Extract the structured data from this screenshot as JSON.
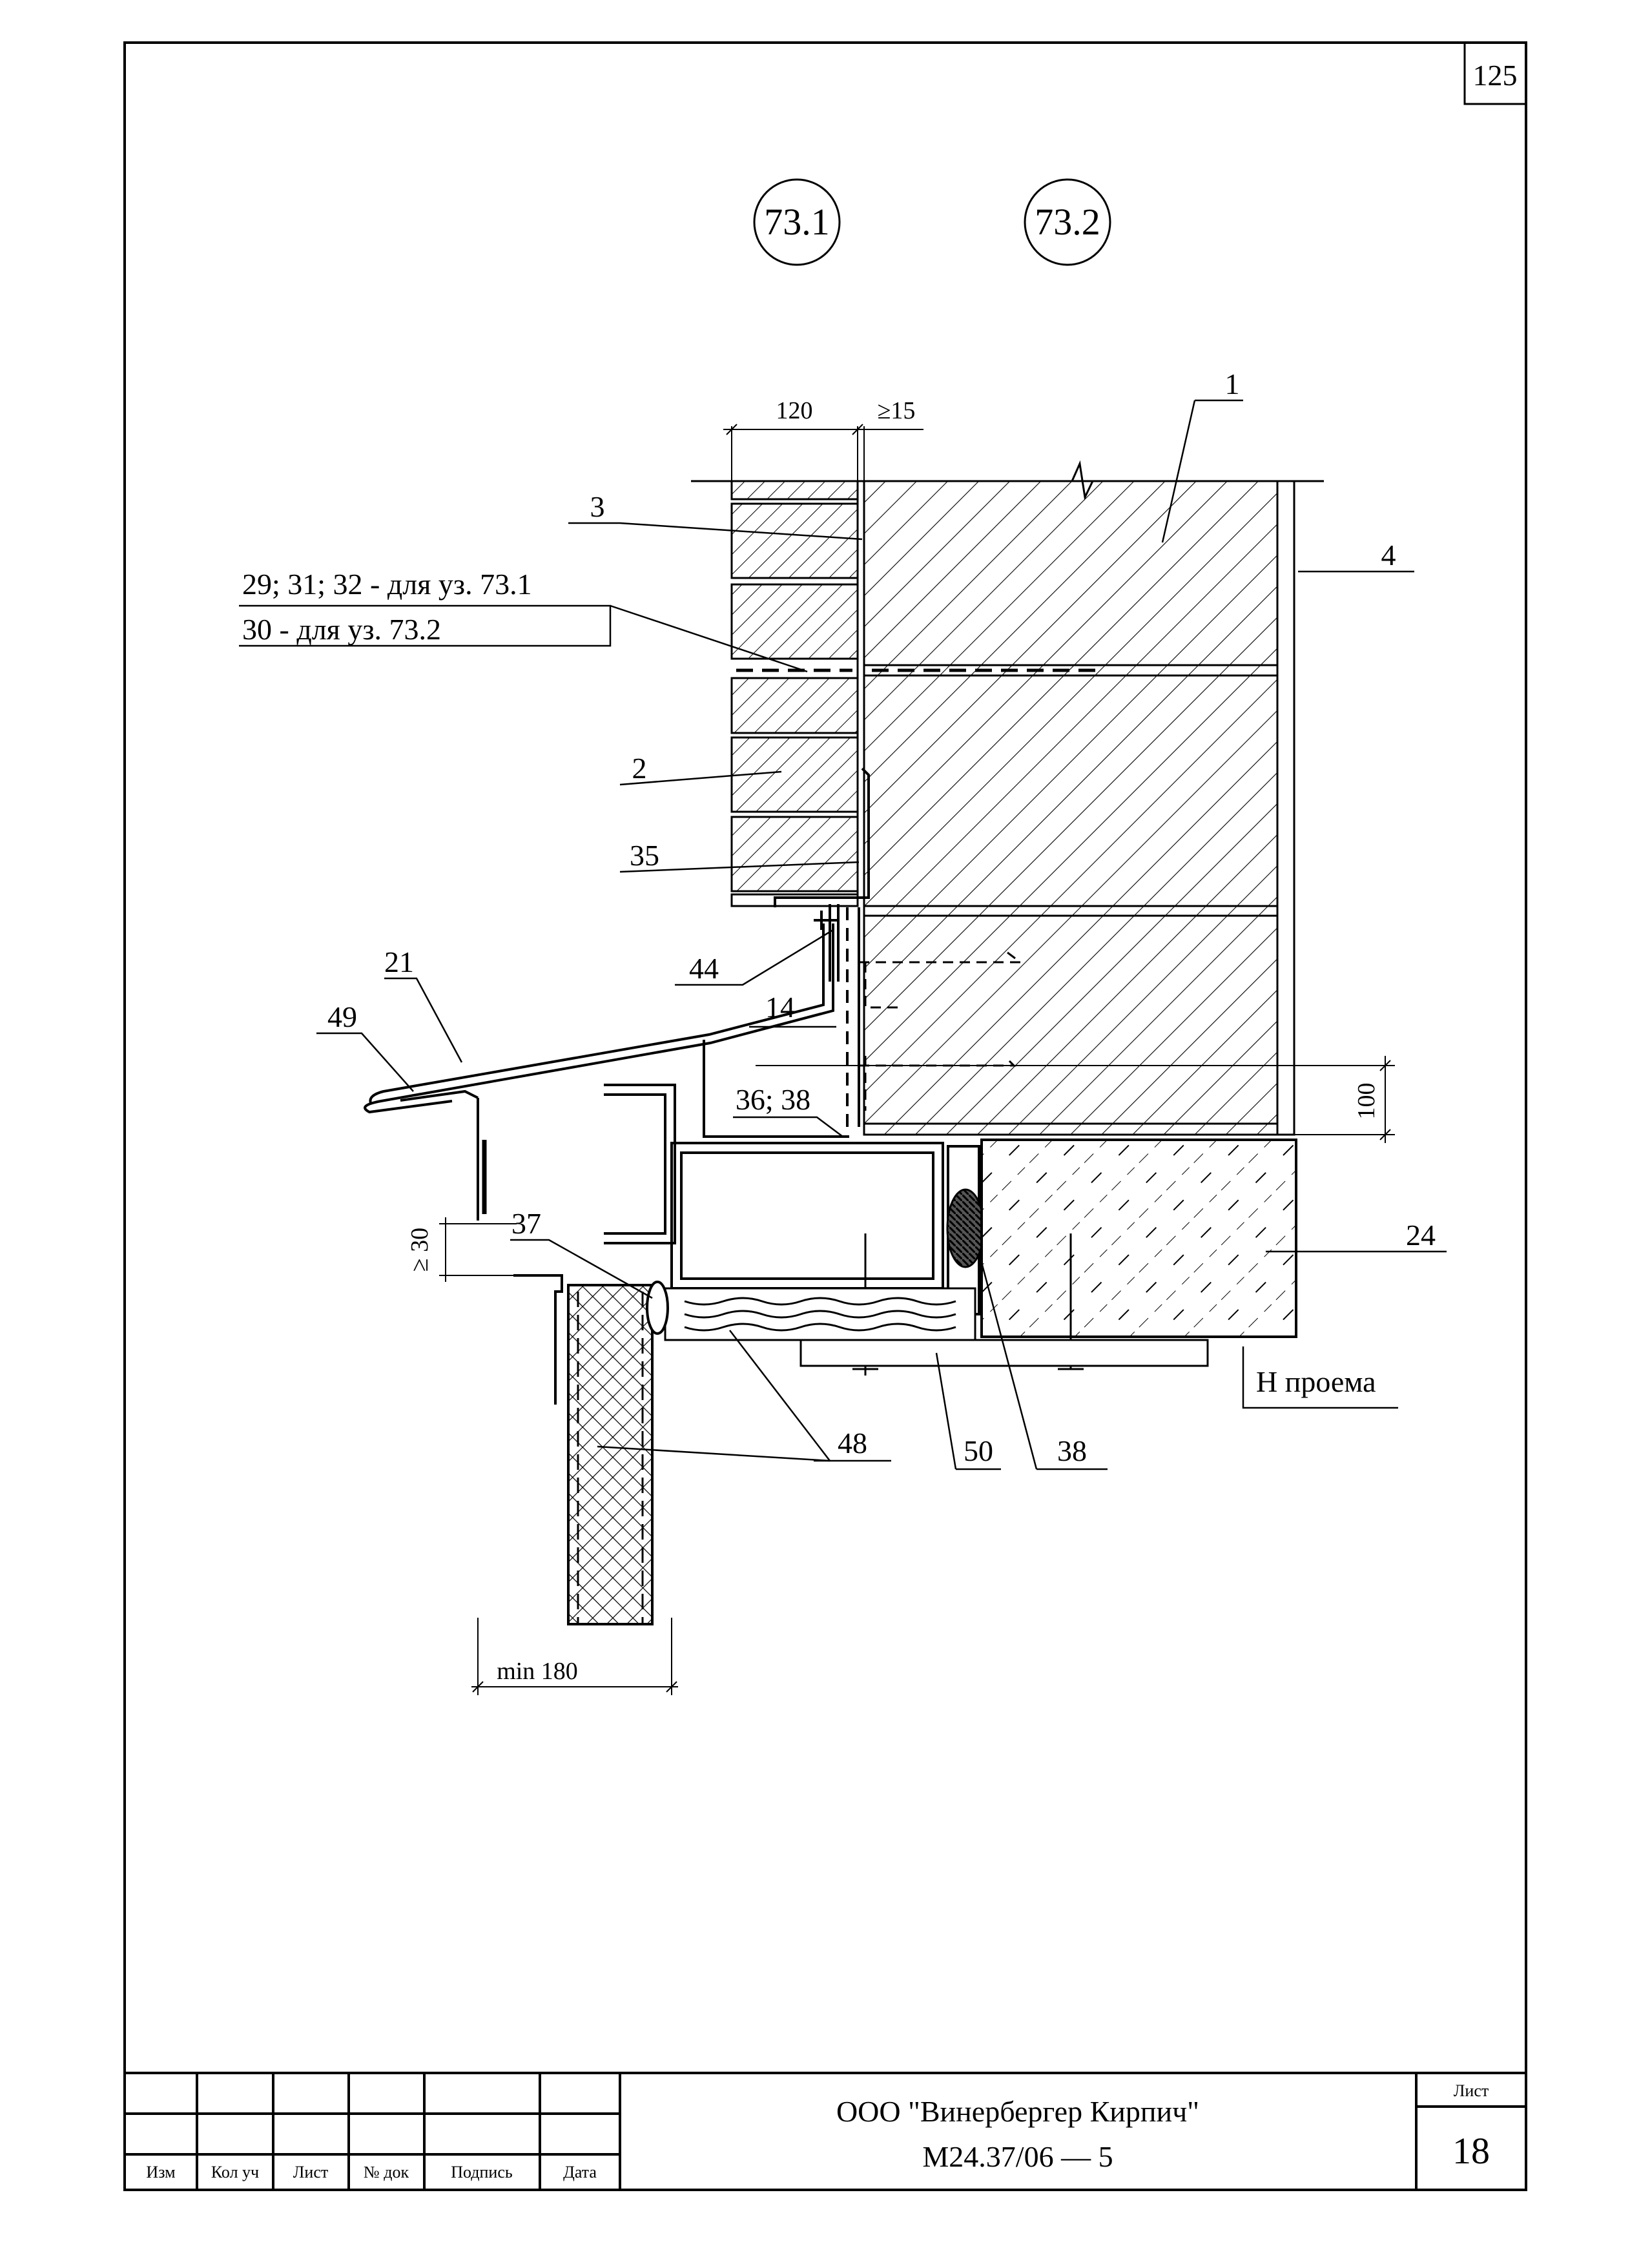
{
  "sheet": {
    "page_number": "125",
    "node_refs": [
      "73.1",
      "73.2"
    ]
  },
  "dimensions": {
    "brick_width": "120",
    "air_gap": "≥15",
    "lower_offset": "100",
    "min_gap": "≥ 30",
    "min_depth": "min 180"
  },
  "callouts": {
    "c1": "1",
    "c3": "3",
    "c4": "4",
    "c29": "29; 31; 32 - для уз. 73.1",
    "c30": "30 - для уз. 73.2",
    "c2": "2",
    "c35": "35",
    "c21": "21",
    "c49": "49",
    "c44": "44",
    "c14": "14",
    "c36": "36; 38",
    "c37": "37",
    "c24": "24",
    "c48": "48",
    "c50": "50",
    "c38": "38",
    "opening_level": "Н проема"
  },
  "title_block": {
    "columns": [
      "Изм",
      "Кол уч",
      "Лист",
      "№ док",
      "Подпись",
      "Дата"
    ],
    "company": "ООО \"Винербергер Кирпич\"",
    "code": "М24.37/06 — 5",
    "sheet_label": "Лист",
    "sheet_number": "18"
  },
  "colors": {
    "ink": "#000000",
    "paper": "#ffffff"
  }
}
